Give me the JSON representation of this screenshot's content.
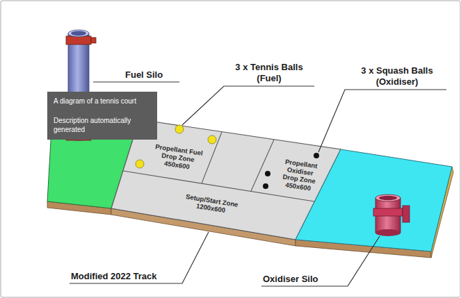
{
  "diagram": {
    "nodes": [
      {
        "text": [
          "A diagram of a tennis court",
          "Description automatically generated"
        ]
      },
      {
        "text": [
          "Propellant Fuel Drop Zone 450x600"
        ]
      },
      {
        "text": [
          "Propellant Oxidiser Drop Zone 450x600"
        ]
      },
      {
        "text": [
          "Setup/Start Zone 1200x600"
        ]
      }
    ],
    "labels": [
      "Fuel Silo",
      "3 x Tennis Balls (Fuel)",
      "3 x Squash Balls (Oxidiser)",
      "Modified 2022 Track",
      "Oxidiser Silo"
    ]
  }
}
